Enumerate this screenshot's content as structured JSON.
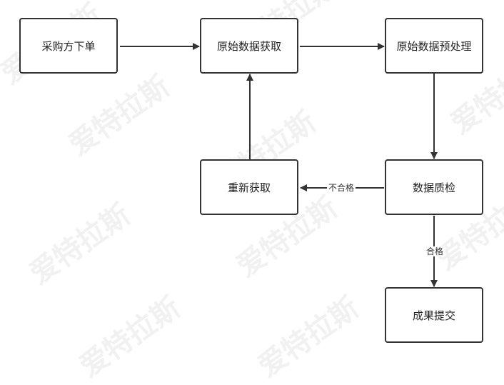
{
  "diagram": {
    "nodes": {
      "purchase_order": "采购方下单",
      "raw_data_acquisition": "原始数据获取",
      "raw_data_preprocessing": "原始数据预处理",
      "data_quality_check": "数据质检",
      "reacquire": "重新获取",
      "result_submission": "成果提交"
    },
    "edge_labels": {
      "fail": "不合格",
      "pass": "合格"
    },
    "watermark_text": "爱特拉斯",
    "colors": {
      "stroke": "#333333",
      "background": "#ffffff"
    }
  }
}
